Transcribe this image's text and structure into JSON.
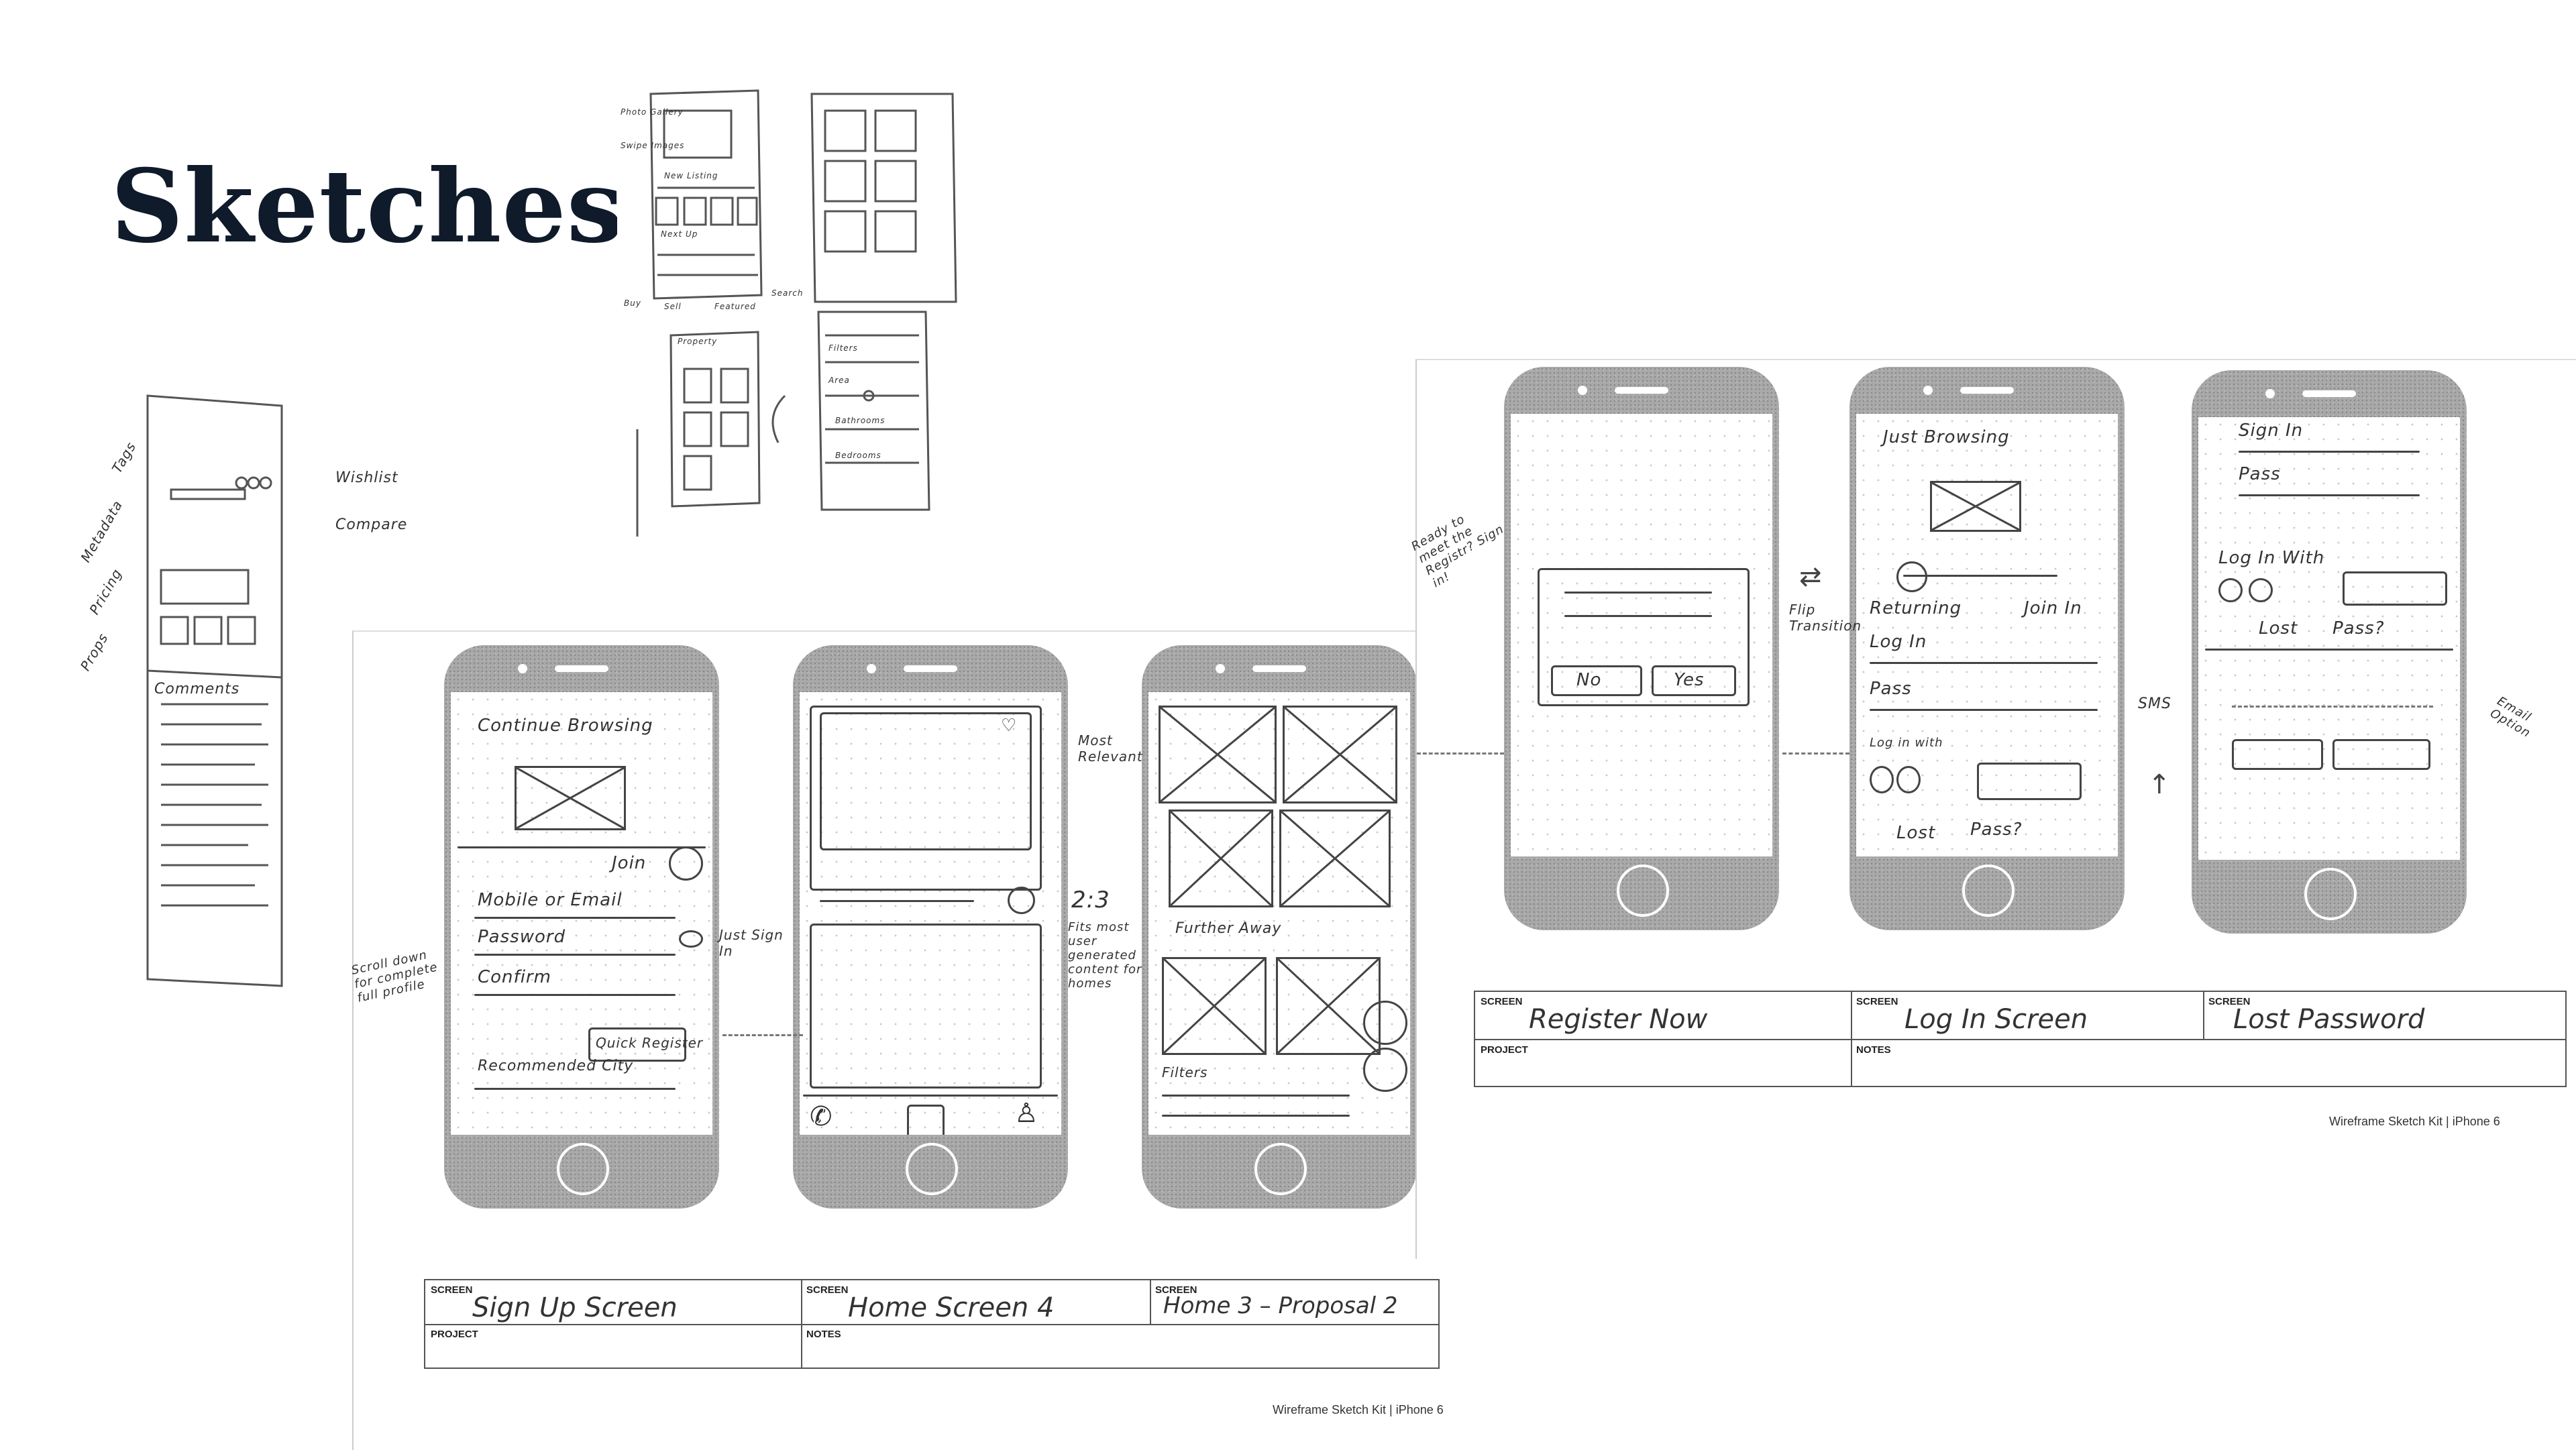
{
  "page": {
    "title": "Sketches"
  },
  "sheet_left": {
    "forms": {
      "screen_label": "SCREEN",
      "project_label": "PROJECT",
      "notes_label": "NOTES",
      "screens": [
        "Sign Up  Screen",
        "Home  Screen 4",
        "Home 3 – Proposal 2"
      ]
    },
    "footer": "Wireframe Sketch Kit  |  iPhone 6",
    "phone1": {
      "back": "Continue Browsing",
      "join": "Join",
      "fields": [
        "Mobile or Email",
        "Password",
        "Confirm"
      ],
      "quick": "Quick Register",
      "recommended": "Recommended City"
    },
    "annotations": {
      "scroll": "Scroll down for complete full profile",
      "just_sign": "Just Sign In",
      "most_relevant": "Most Relevant",
      "ratio": "2:3",
      "fits": "Fits most user generated content for homes",
      "further": "Further Away",
      "filters": "Filters"
    }
  },
  "sheet_right": {
    "forms": {
      "screen_label": "SCREEN",
      "project_label": "PROJECT",
      "notes_label": "NOTES",
      "screens": [
        "Register  Now",
        "Log  In  Screen",
        "Lost  Password"
      ]
    },
    "footer": "Wireframe Sketch Kit  |  iPhone 6",
    "phone1": {
      "no": "No",
      "yes": "Yes"
    },
    "phone2": {
      "back": "Just Browsing",
      "returning": "Returning",
      "join_in": "Join In",
      "login": "Log In",
      "pass": "Pass",
      "login_with": "Log in with",
      "lost": "Lost",
      "pass_q": "Pass?"
    },
    "phone3": {
      "sign_in": "Sign In",
      "pass": "Pass",
      "login_with": "Log In With",
      "lost": "Lost",
      "pass_q": "Pass?"
    },
    "annotations": {
      "ready": "Ready to meet the Registr? Sign in!",
      "flip": "Flip Transition",
      "sms": "SMS",
      "email": "Email Option"
    }
  },
  "sheet_topleft": {
    "labels": [
      "Photo Gallery",
      "Swipe Images",
      "New Listing",
      "Next Up",
      "Buy",
      "Sell",
      "Featured",
      "Search",
      "Property",
      "Filters",
      "Area",
      "Bathrooms",
      "Bedrooms"
    ]
  },
  "sheet_farleft": {
    "labels": [
      "Tags",
      "Metadata",
      "Pricing",
      "Props",
      "Wishlist",
      "Compare",
      "Comments"
    ]
  }
}
